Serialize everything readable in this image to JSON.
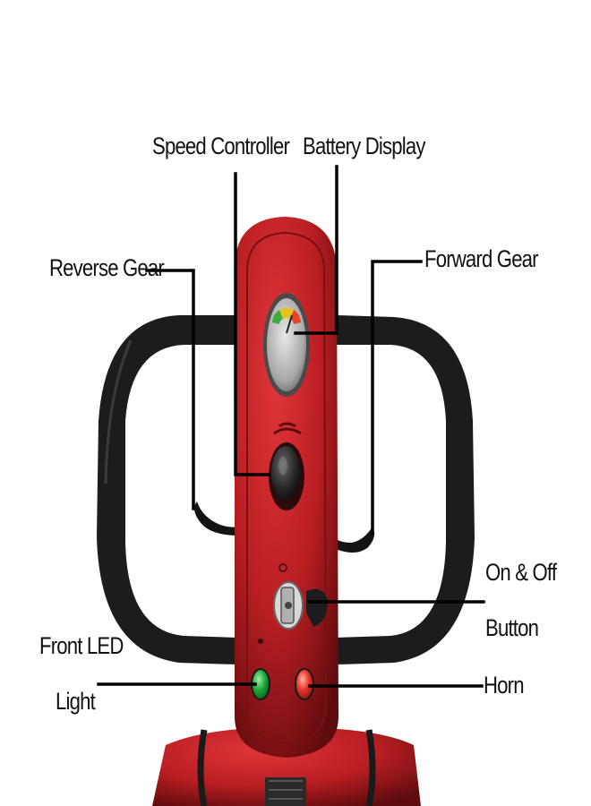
{
  "labels": {
    "speed_controller": "Speed Controller",
    "battery_display": "Battery Display",
    "reverse_gear": "Reverse Gear",
    "forward_gear": "Forward Gear",
    "on_off_line1": "On & Off",
    "on_off_line2": "Button",
    "front_led_line1": "Front LED",
    "front_led_line2": "Light",
    "horn": "Horn"
  },
  "colors": {
    "body_red": "#b81e22",
    "handle_black": "#1c1c1c",
    "leader_line": "#000000",
    "button_green": "#1fa83c",
    "button_red": "#e8342c",
    "battery_green": "#3cae3c",
    "battery_yellow": "#e7c21e",
    "battery_red": "#e2452b"
  },
  "icons": {
    "speed_knob": "speed-knob-icon",
    "battery_gauge": "battery-gauge-icon",
    "key_switch": "key-switch-icon",
    "led_button": "green-led-button-icon",
    "horn_button": "red-horn-button-icon"
  }
}
